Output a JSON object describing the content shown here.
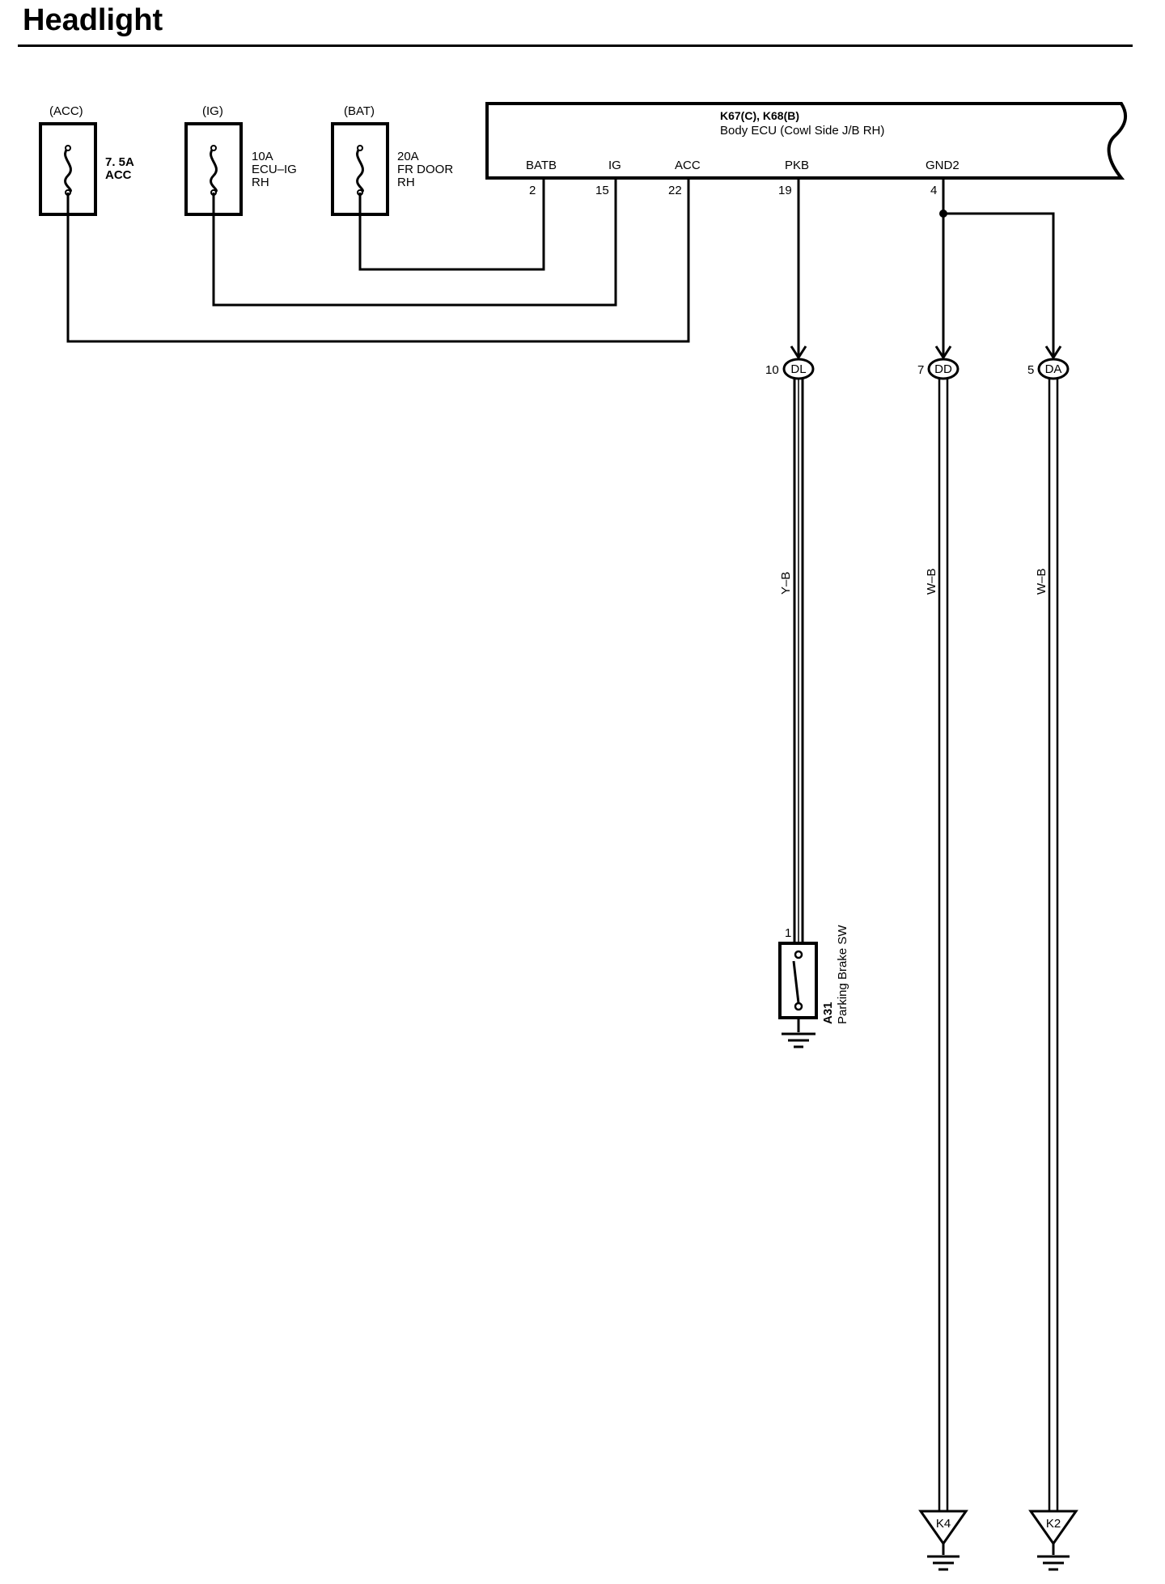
{
  "title": "Headlight",
  "fuses": [
    {
      "source": "(ACC)",
      "rating": "7. 5A",
      "name_lines": [
        "ACC"
      ]
    },
    {
      "source": "(IG)",
      "rating": "10A",
      "name_lines": [
        "ECU–IG",
        "RH"
      ]
    },
    {
      "source": "(BAT)",
      "rating": "20A",
      "name_lines": [
        "FR DOOR",
        "RH"
      ]
    }
  ],
  "ecu": {
    "connectors": "K67(C), K68(B)",
    "name": "Body ECU (Cowl Side J/B RH)",
    "terminals": [
      {
        "name": "BATB",
        "pin": "2"
      },
      {
        "name": "IG",
        "pin": "15"
      },
      {
        "name": "ACC",
        "pin": "22"
      },
      {
        "name": "PKB",
        "pin": "19"
      },
      {
        "name": "GND2",
        "pin": "4"
      }
    ]
  },
  "junctions": [
    {
      "pin": "10",
      "id": "DL",
      "wire_color": "Y–B"
    },
    {
      "pin": "7",
      "id": "DD",
      "wire_color": "W–B"
    },
    {
      "pin": "5",
      "id": "DA",
      "wire_color": "W–B"
    }
  ],
  "parking_brake": {
    "pin": "1",
    "code": "A31",
    "name": "Parking Brake SW"
  },
  "grounds": [
    "K4",
    "K2"
  ]
}
